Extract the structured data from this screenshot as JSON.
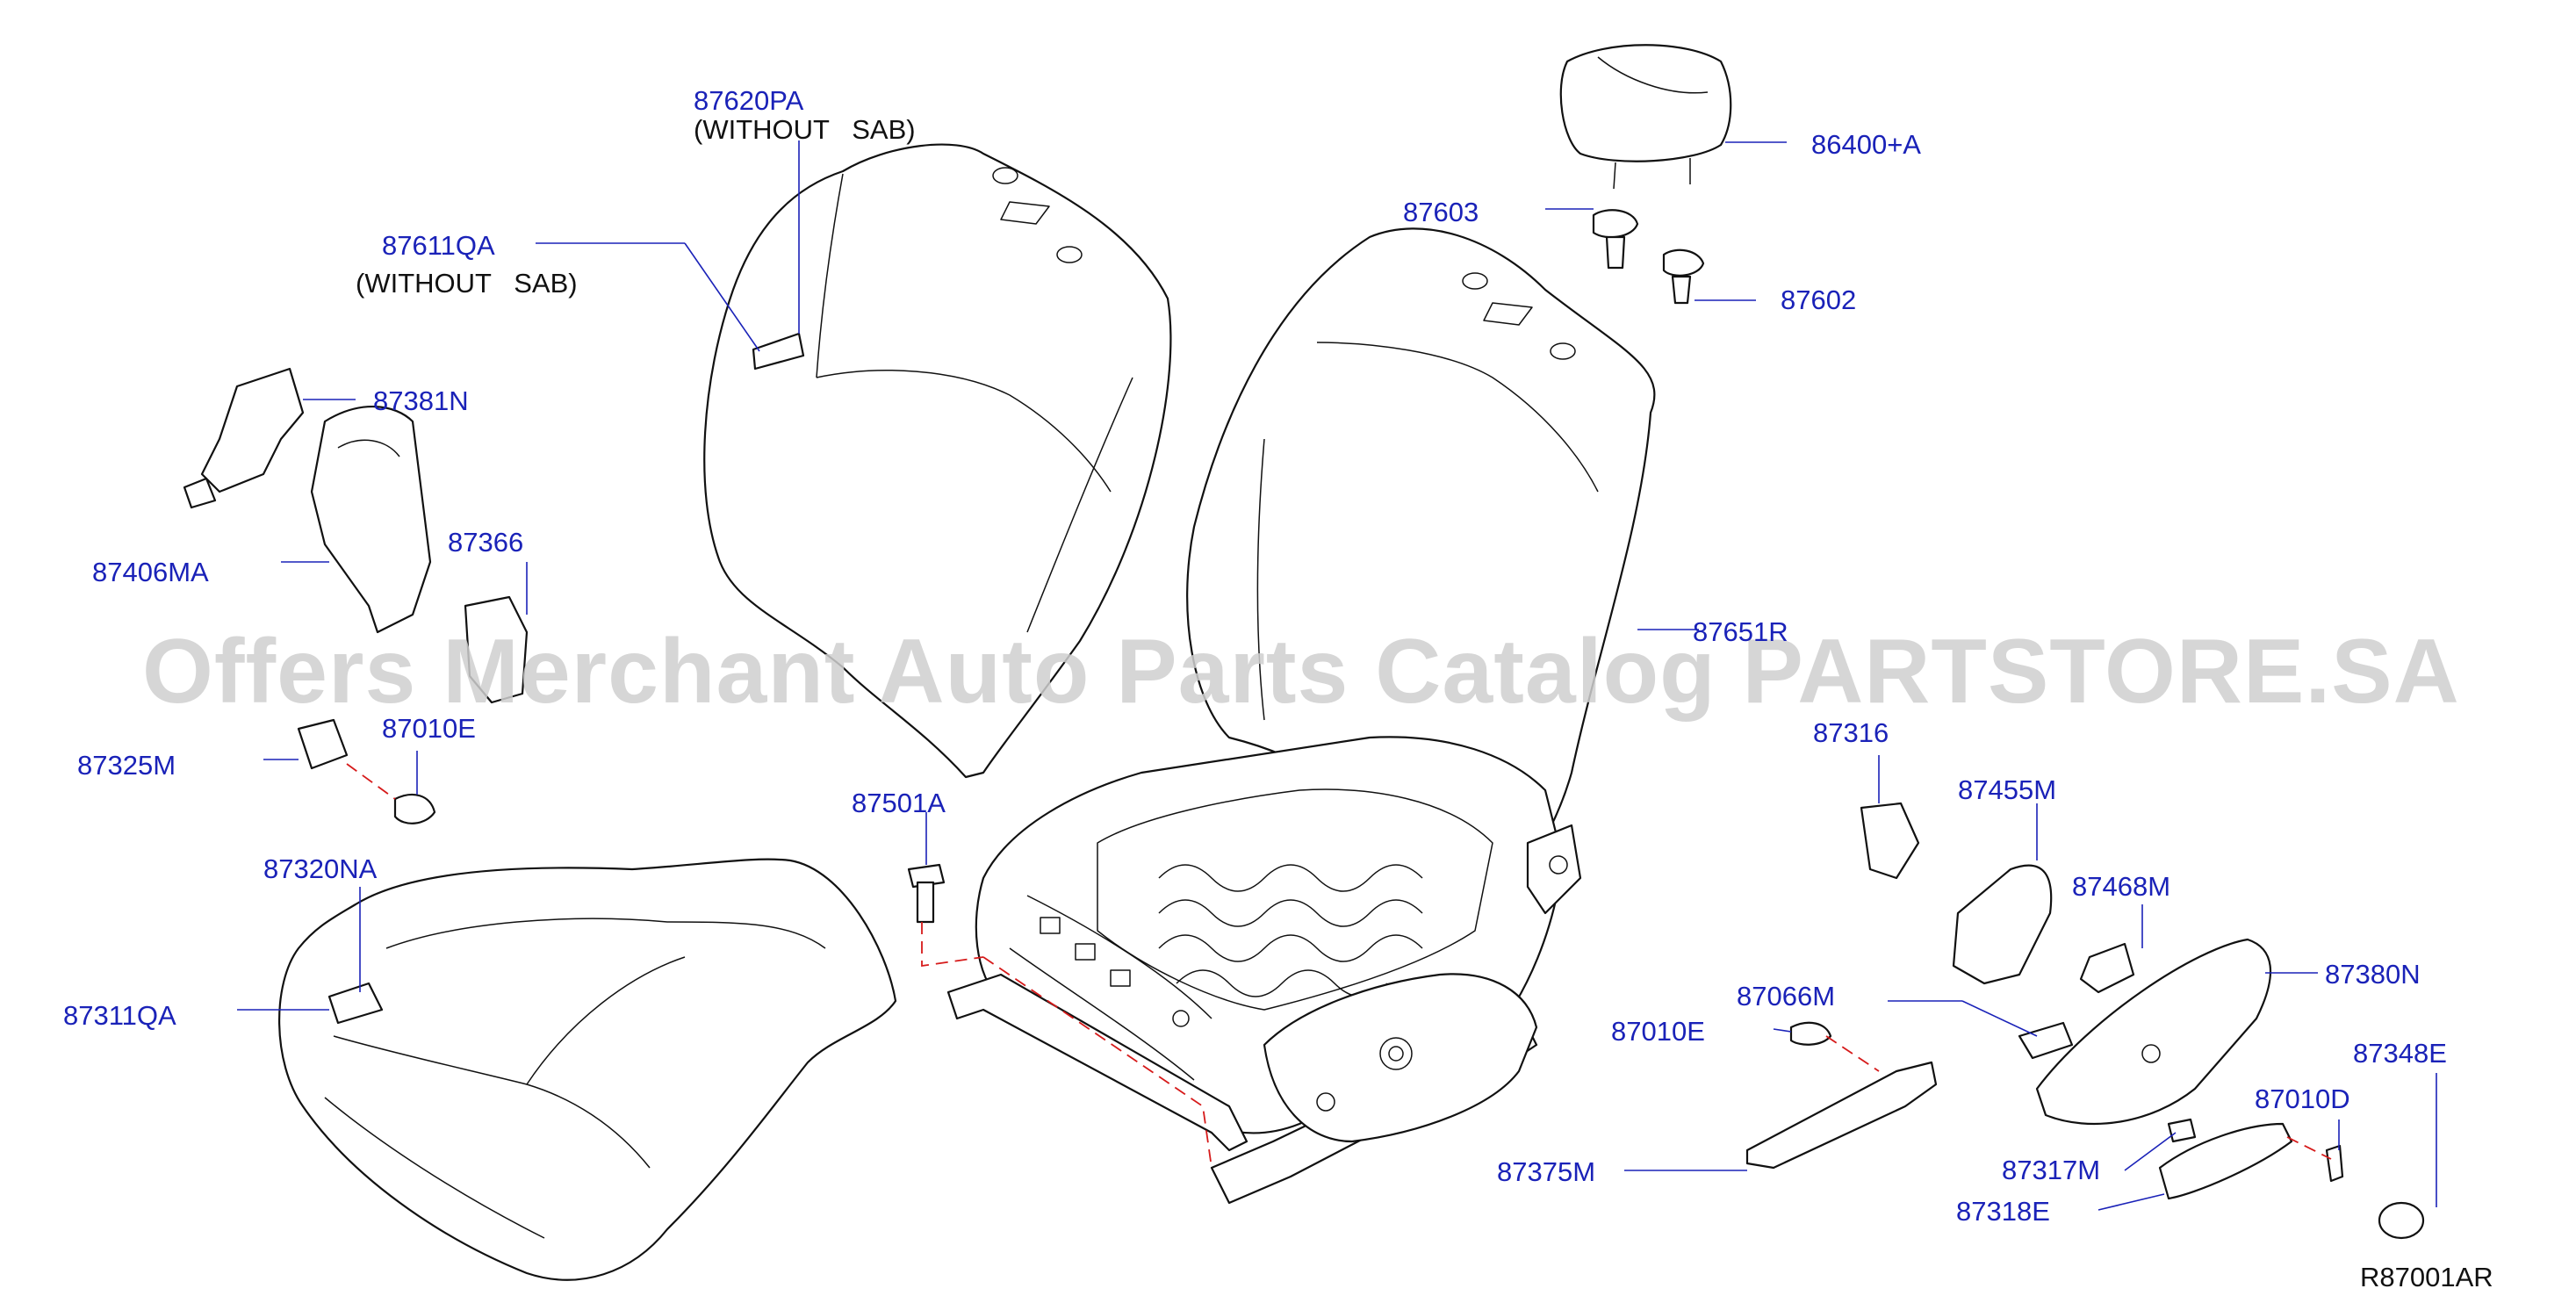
{
  "diagram": {
    "reference_code": "R87001AR",
    "watermark": "Offers Merchant Auto Parts Catalog PARTSTORE.SA",
    "labels": [
      {
        "id": "l87620pa",
        "text": "87620PA",
        "note": "(WITHOUT   SAB)"
      },
      {
        "id": "l87611qa",
        "text": "87611QA",
        "note": "(WITHOUT   SAB)"
      },
      {
        "id": "l87381n",
        "text": "87381N"
      },
      {
        "id": "l87406ma",
        "text": "87406MA"
      },
      {
        "id": "l87366",
        "text": "87366"
      },
      {
        "id": "l87325m",
        "text": "87325M"
      },
      {
        "id": "l87010e_a",
        "text": "87010E"
      },
      {
        "id": "l87320na",
        "text": "87320NA"
      },
      {
        "id": "l87311qa",
        "text": "87311QA"
      },
      {
        "id": "l87501a",
        "text": "87501A"
      },
      {
        "id": "l87603",
        "text": "87603"
      },
      {
        "id": "l86400a",
        "text": "86400+A"
      },
      {
        "id": "l87602",
        "text": "87602"
      },
      {
        "id": "l87651r",
        "text": "87651R"
      },
      {
        "id": "l87316",
        "text": "87316"
      },
      {
        "id": "l87455m",
        "text": "87455M"
      },
      {
        "id": "l87468m",
        "text": "87468M"
      },
      {
        "id": "l87066m",
        "text": "87066M"
      },
      {
        "id": "l87010e_b",
        "text": "87010E"
      },
      {
        "id": "l87380n",
        "text": "87380N"
      },
      {
        "id": "l87348e",
        "text": "87348E"
      },
      {
        "id": "l87010d",
        "text": "87010D"
      },
      {
        "id": "l87375m",
        "text": "87375M"
      },
      {
        "id": "l87317m",
        "text": "87317M"
      },
      {
        "id": "l87318e",
        "text": "87318E"
      }
    ]
  }
}
